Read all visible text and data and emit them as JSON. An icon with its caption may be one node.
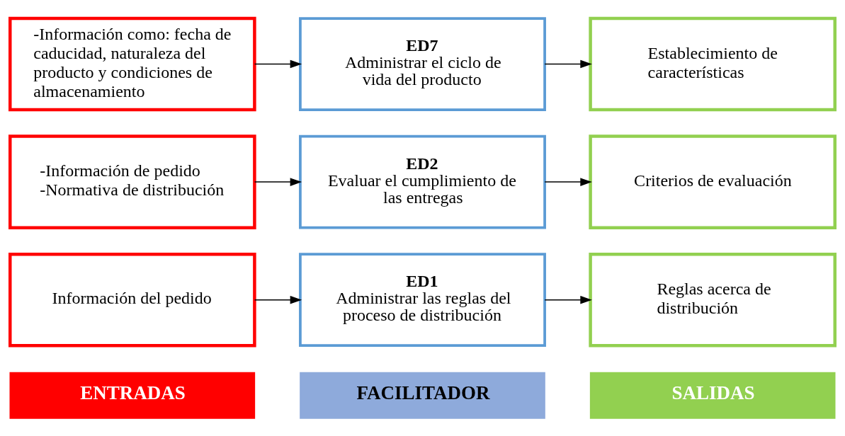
{
  "diagram": {
    "nodes": [
      {
        "text": [
          "ENTRADAS"
        ]
      },
      {
        "text": [
          "FACILITADOR"
        ]
      },
      {
        "text": [
          "SALIDAS"
        ]
      },
      {
        "text": [
          "Información del pedido"
        ]
      },
      {
        "text": [
          "ED1",
          "Administrar las reglas del proceso de distribución"
        ]
      },
      {
        "text": [
          "Reglas acerca de distribución"
        ]
      },
      {
        "text": [
          "-Información de pedido",
          "-Normativa de distribución"
        ]
      },
      {
        "text": [
          "ED2",
          "Evaluar el cumplimiento de las entregas"
        ]
      },
      {
        "text": [
          "Criterios de evaluación"
        ]
      },
      {
        "text": [
          "-Información como: fecha de caducidad, naturaleza del producto y condiciones de almacenamiento"
        ]
      },
      {
        "text": [
          "ED7",
          "Administrar el ciclo de vida del producto"
        ]
      },
      {
        "text": [
          "Establecimiento de características"
        ]
      }
    ],
    "edges": [
      {
        "from": 3,
        "to": 4,
        "arrow": "to"
      },
      {
        "from": 4,
        "to": 5,
        "arrow": "to"
      },
      {
        "from": 6,
        "to": 7,
        "arrow": "to"
      },
      {
        "from": 7,
        "to": 8,
        "arrow": "to"
      },
      {
        "from": 9,
        "to": 10,
        "arrow": "to"
      },
      {
        "from": 10,
        "to": 11,
        "arrow": "to"
      }
    ]
  }
}
